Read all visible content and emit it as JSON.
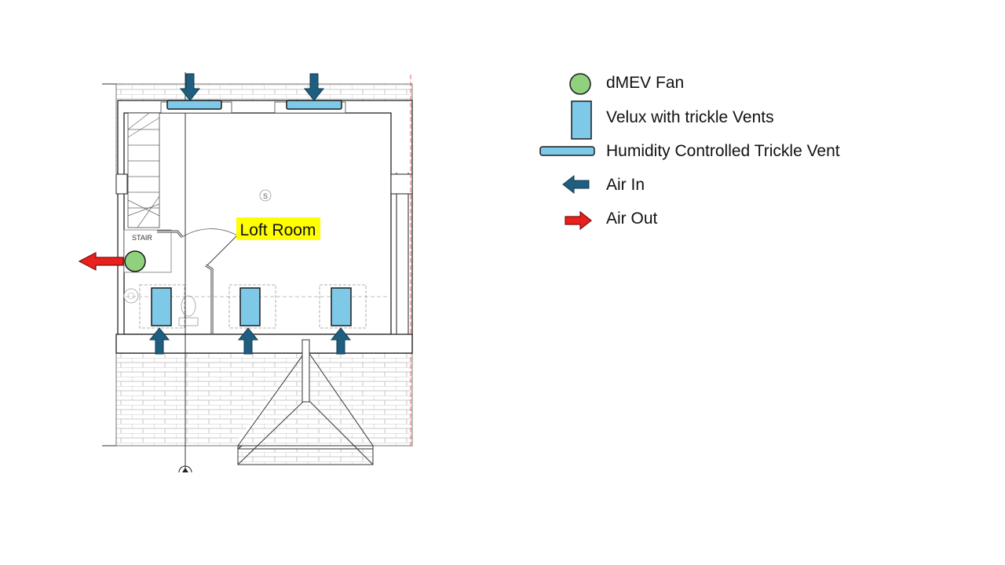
{
  "floor_plan": {
    "room_label": "Loft Room",
    "stair_label": "STAIR",
    "smoke_symbol": "S"
  },
  "legend": [
    {
      "key": "dmev-fan",
      "label": "dMEV Fan",
      "icon": "green-circle-icon"
    },
    {
      "key": "velux",
      "label": "Velux with trickle Vents",
      "icon": "velux-window-icon"
    },
    {
      "key": "trickle-vent",
      "label": "Humidity Controlled Trickle Vent",
      "icon": "trickle-vent-icon"
    },
    {
      "key": "air-in",
      "label": "Air In",
      "icon": "air-in-arrow-icon"
    },
    {
      "key": "air-out",
      "label": "Air Out",
      "icon": "air-out-arrow-icon"
    }
  ],
  "colors": {
    "fan": "#8fd17c",
    "velux_fill": "#7ec8e8",
    "air_in": "#1f5e7e",
    "air_out": "#e8211e",
    "highlight": "#ffff00",
    "lines": "#222222",
    "brick": "#b8b8b8"
  }
}
